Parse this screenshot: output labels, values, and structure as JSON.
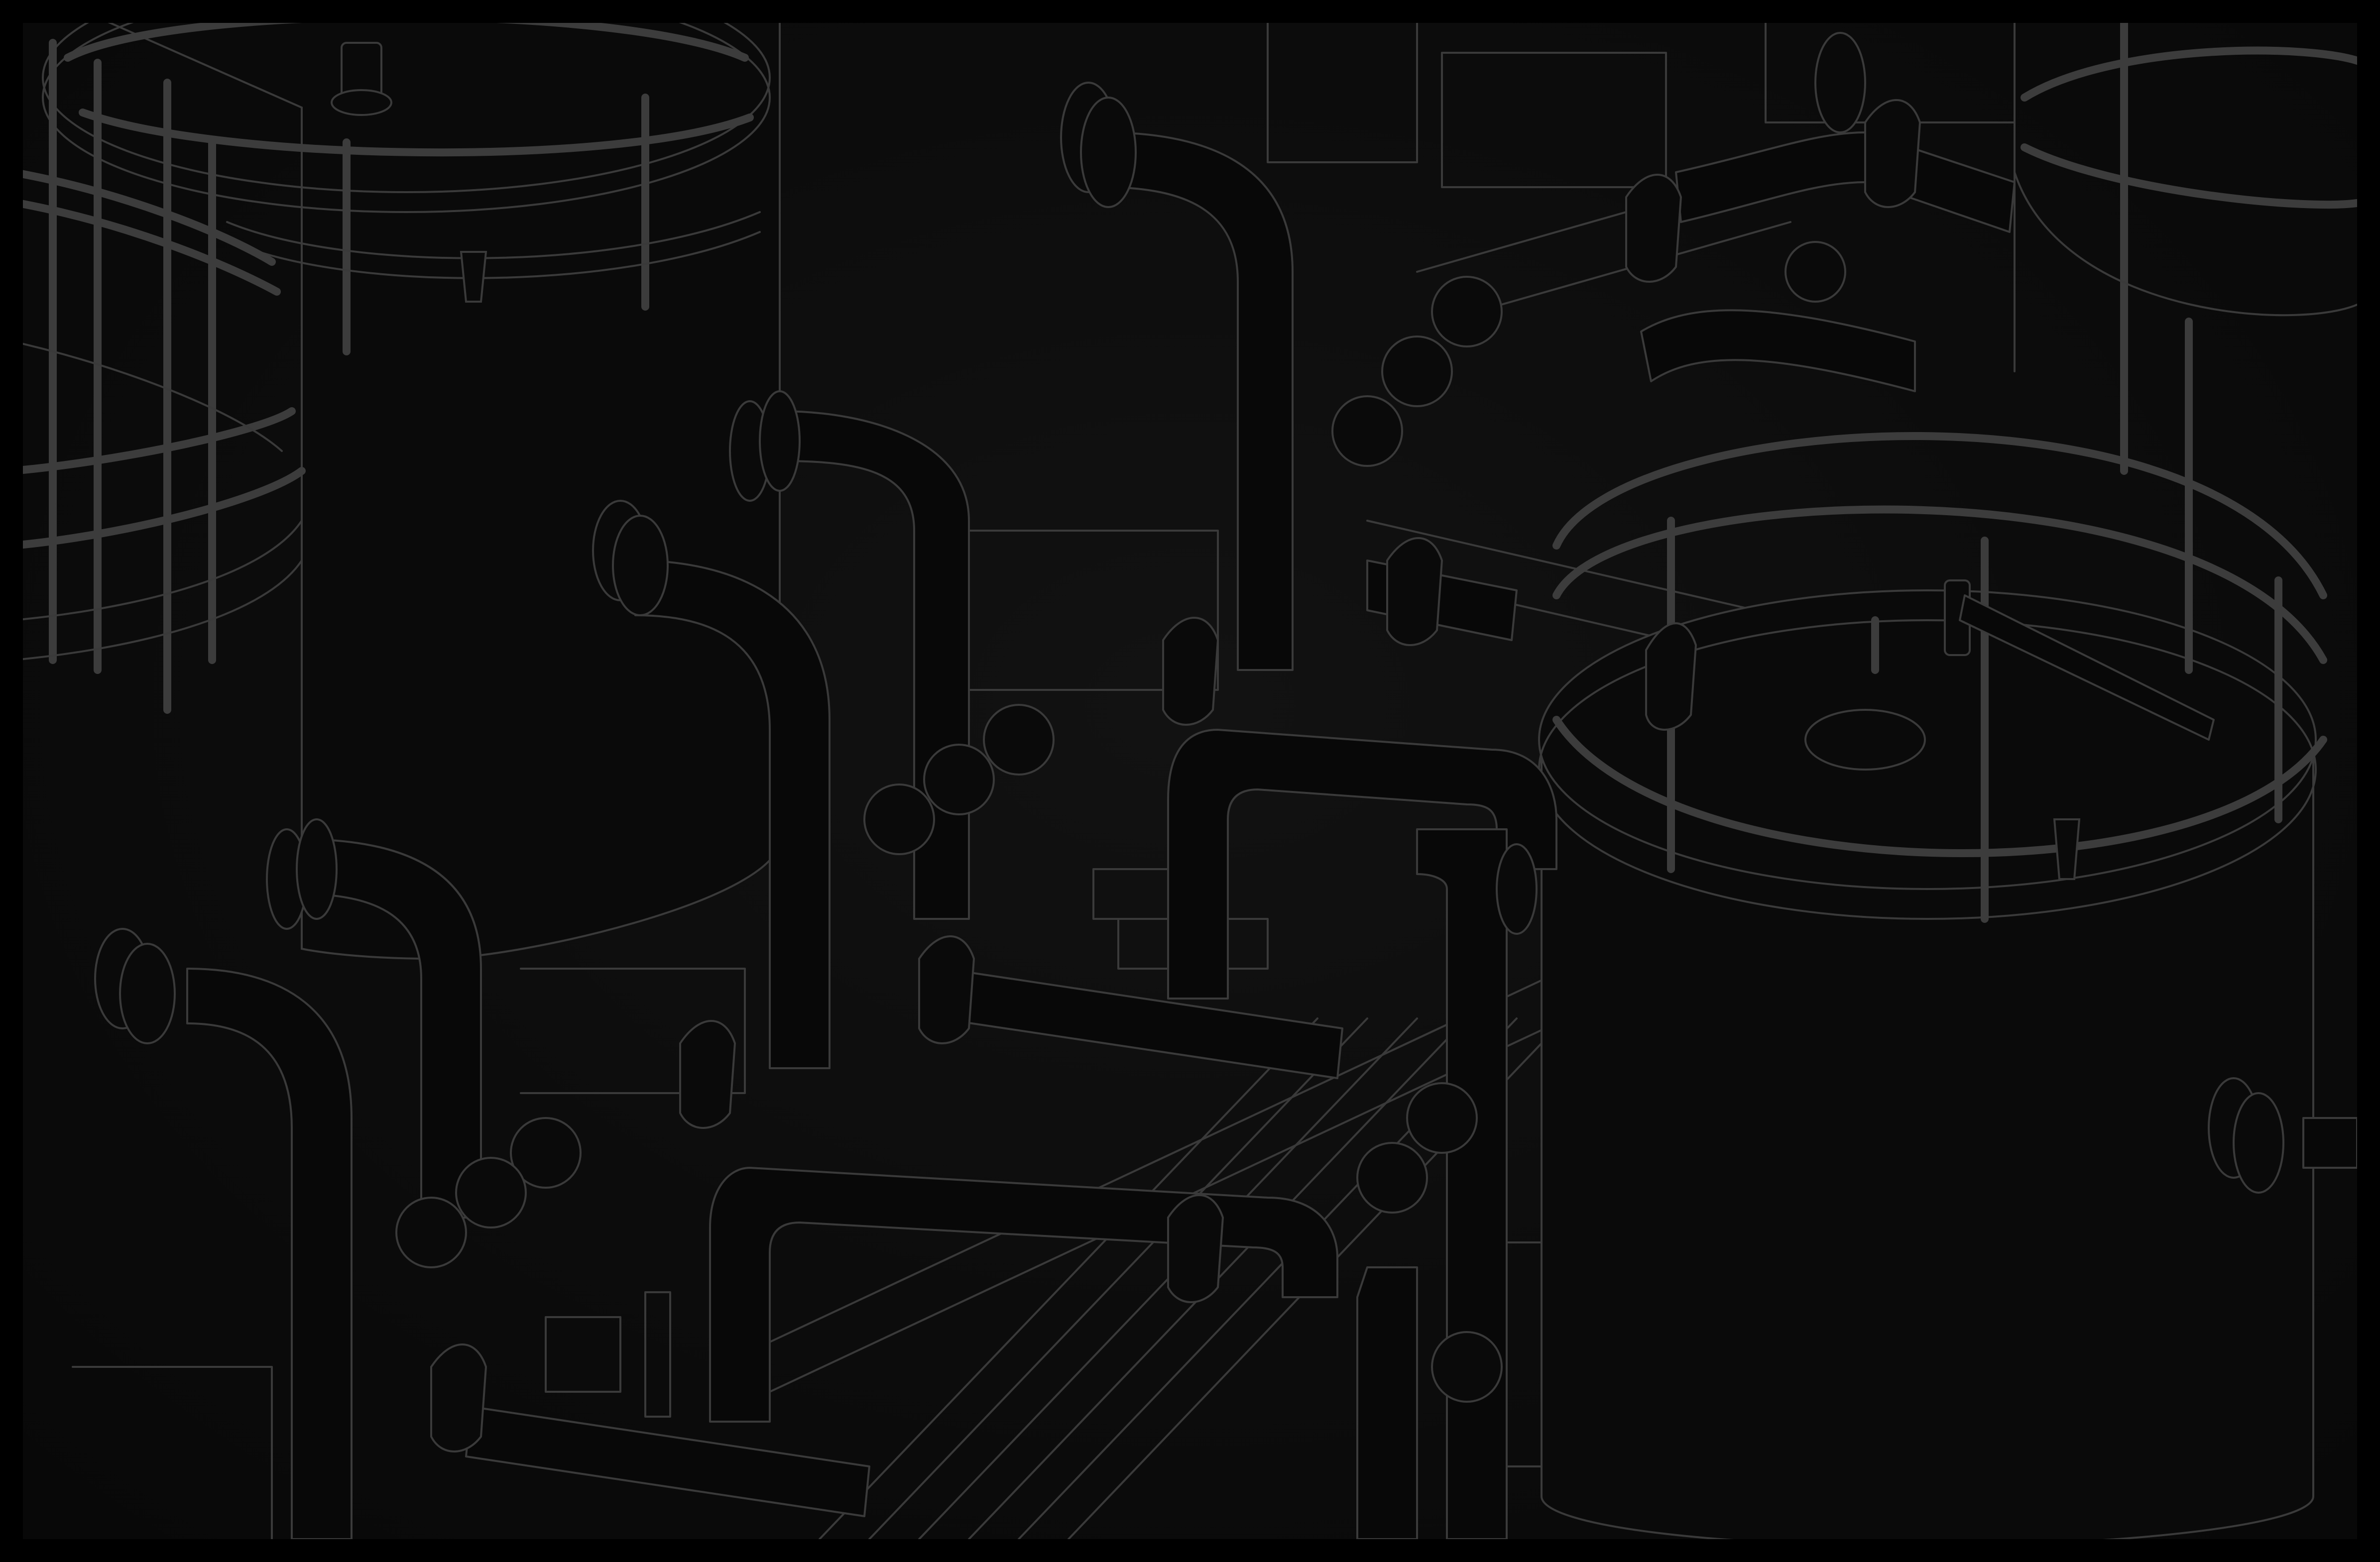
{
  "illustration": {
    "subject": "industrial-pipework-line-art",
    "palette": {
      "background": "#000000",
      "canvas": "#0b0b0b",
      "line": "#3a3a3a"
    },
    "elements": [
      "storage-tank",
      "safety-railing",
      "pipe",
      "pipe-flange",
      "pipe-clamp",
      "valve",
      "floor-grating"
    ]
  }
}
